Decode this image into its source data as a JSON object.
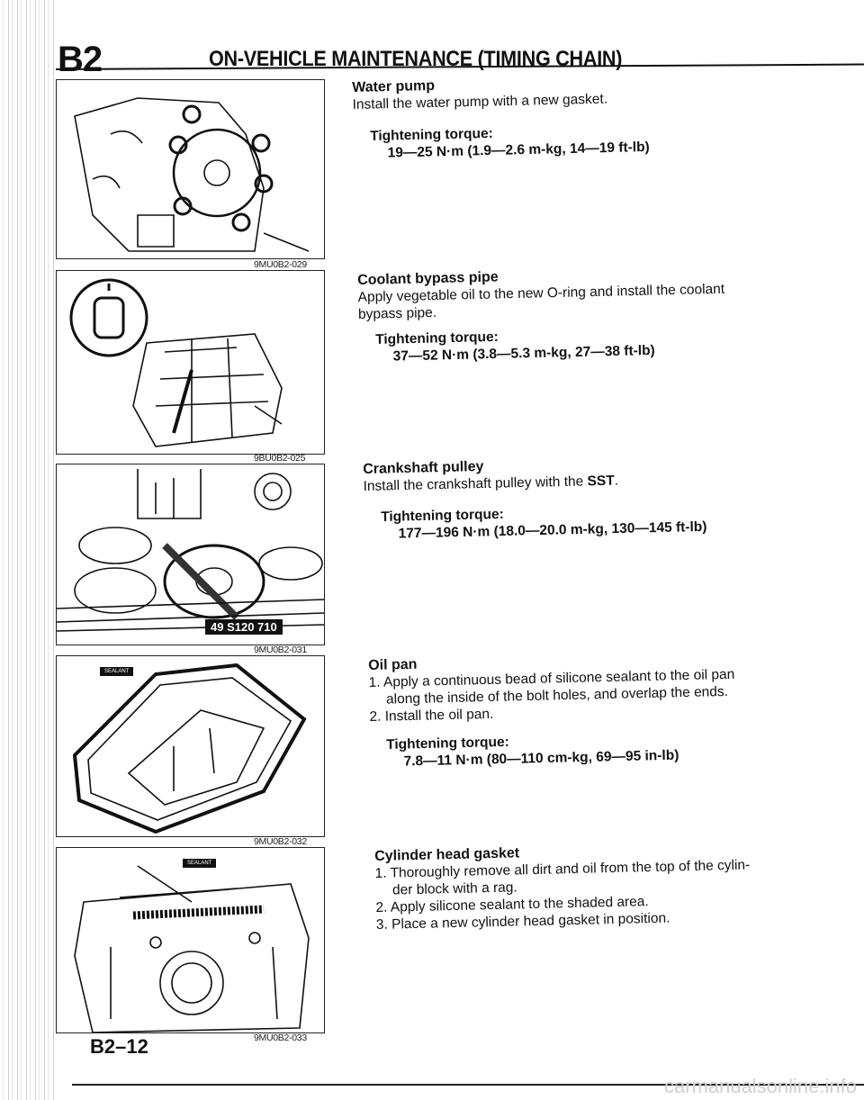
{
  "header": {
    "section_code": "B2",
    "title": "ON-VEHICLE MAINTENANCE (TIMING CHAIN)"
  },
  "figures": [
    {
      "id": "9MU0B2-029"
    },
    {
      "id": "9BU0B2-025"
    },
    {
      "id": "9MU0B2-031",
      "tool_tag": "49 S120 710"
    },
    {
      "id": "9MU0B2-032",
      "sealant_tag": "SEALANT"
    },
    {
      "id": "9MU0B2-033",
      "sealant_tag": "SEALANT"
    }
  ],
  "sections": [
    {
      "heading": "Water pump",
      "body": "Install the water pump with a new gasket.",
      "torque_label": "Tightening torque:",
      "torque_value": "19—25 N·m (1.9—2.6 m-kg, 14—19 ft-lb)"
    },
    {
      "heading": "Coolant bypass pipe",
      "body_1": "Apply vegetable oil to the new O-ring and install the coolant",
      "body_2": "bypass pipe.",
      "torque_label": "Tightening torque:",
      "torque_value": "37—52 N·m (3.8—5.3 m-kg, 27—38 ft-lb)"
    },
    {
      "heading": "Crankshaft pulley",
      "body": "Install the crankshaft pulley with the",
      "body_bold": "SST",
      "body_end": ".",
      "torque_label": "Tightening torque:",
      "torque_value": "177—196 N·m (18.0—20.0 m-kg, 130—145 ft-lb)"
    },
    {
      "heading": "Oil pan",
      "step_1a": "1. Apply a continuous bead of silicone sealant to the oil pan",
      "step_1b": "along the inside of the bolt holes, and overlap the ends.",
      "step_2": "2. Install the oil pan.",
      "torque_label": "Tightening torque:",
      "torque_value": "7.8—11 N·m (80—110 cm-kg, 69—95 in-lb)"
    },
    {
      "heading": "Cylinder head gasket",
      "step_1a": "1. Thoroughly remove all dirt and oil from the top of the cylin-",
      "step_1b": "der block with a rag.",
      "step_2": "2. Apply silicone sealant to the shaded area.",
      "step_3": "3. Place a new cylinder head gasket in position."
    }
  ],
  "footer": {
    "page_number": "B2–12"
  },
  "watermark": "carmanualsonline.info"
}
